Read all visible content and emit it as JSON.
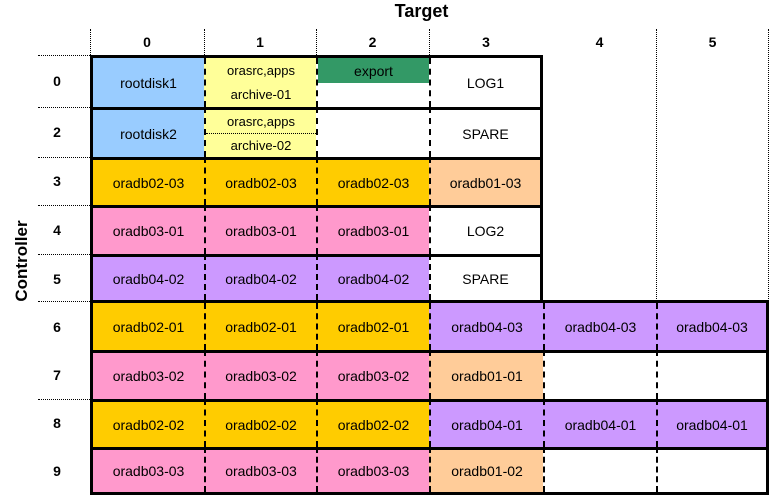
{
  "title": "Target",
  "y_axis_title": "Controller",
  "column_headers": [
    "0",
    "1",
    "2",
    "3",
    "4",
    "5"
  ],
  "palette": {
    "blue": "#99CCFF",
    "yellow": "#FFFF99",
    "green": "#339966",
    "gold": "#FFCC00",
    "pink": "#FF99CC",
    "purple": "#CC99FF",
    "peach": "#FFCC99",
    "white": "#FFFFFF"
  },
  "rows": [
    {
      "label": "0",
      "cells": [
        {
          "label": "rootdisk1",
          "color": "blue"
        },
        {
          "top": "orasrc,apps",
          "bottom": "archive-01",
          "color": "yellow"
        },
        {
          "label": "export",
          "color": "green"
        },
        {
          "label": "LOG1",
          "color": "white"
        }
      ]
    },
    {
      "label": "2",
      "cells": [
        {
          "label": "rootdisk2",
          "color": "blue"
        },
        {
          "top": "orasrc,apps",
          "bottom": "archive-02",
          "color": "yellow"
        },
        {
          "label": "",
          "color": "white"
        },
        {
          "label": "SPARE",
          "color": "white"
        }
      ]
    },
    {
      "label": "3",
      "cells": [
        {
          "label": "oradb02-03",
          "color": "gold"
        },
        {
          "label": "oradb02-03",
          "color": "gold"
        },
        {
          "label": "oradb02-03",
          "color": "gold"
        },
        {
          "label": "oradb01-03",
          "color": "peach"
        }
      ]
    },
    {
      "label": "4",
      "cells": [
        {
          "label": "oradb03-01",
          "color": "pink"
        },
        {
          "label": "oradb03-01",
          "color": "pink"
        },
        {
          "label": "oradb03-01",
          "color": "pink"
        },
        {
          "label": "LOG2",
          "color": "white"
        }
      ]
    },
    {
      "label": "5",
      "cells": [
        {
          "label": "oradb04-02",
          "color": "purple"
        },
        {
          "label": "oradb04-02",
          "color": "purple"
        },
        {
          "label": "oradb04-02",
          "color": "purple"
        },
        {
          "label": "SPARE",
          "color": "white"
        }
      ]
    },
    {
      "label": "6",
      "cells": [
        {
          "label": "oradb02-01",
          "color": "gold"
        },
        {
          "label": "oradb02-01",
          "color": "gold"
        },
        {
          "label": "oradb02-01",
          "color": "gold"
        },
        {
          "label": "oradb04-03",
          "color": "purple"
        },
        {
          "label": "oradb04-03",
          "color": "purple"
        },
        {
          "label": "oradb04-03",
          "color": "purple"
        }
      ]
    },
    {
      "label": "7",
      "cells": [
        {
          "label": "oradb03-02",
          "color": "pink"
        },
        {
          "label": "oradb03-02",
          "color": "pink"
        },
        {
          "label": "oradb03-02",
          "color": "pink"
        },
        {
          "label": "oradb01-01",
          "color": "peach"
        },
        {
          "label": "",
          "color": "white"
        },
        {
          "label": "",
          "color": "white"
        }
      ]
    },
    {
      "label": "8",
      "cells": [
        {
          "label": "oradb02-02",
          "color": "gold"
        },
        {
          "label": "oradb02-02",
          "color": "gold"
        },
        {
          "label": "oradb02-02",
          "color": "gold"
        },
        {
          "label": "oradb04-01",
          "color": "purple"
        },
        {
          "label": "oradb04-01",
          "color": "purple"
        },
        {
          "label": "oradb04-01",
          "color": "purple"
        }
      ]
    },
    {
      "label": "9",
      "cells": [
        {
          "label": "oradb03-03",
          "color": "pink"
        },
        {
          "label": "oradb03-03",
          "color": "pink"
        },
        {
          "label": "oradb03-03",
          "color": "pink"
        },
        {
          "label": "oradb01-02",
          "color": "peach"
        },
        {
          "label": "",
          "color": "white"
        },
        {
          "label": "",
          "color": "white"
        }
      ]
    }
  ]
}
